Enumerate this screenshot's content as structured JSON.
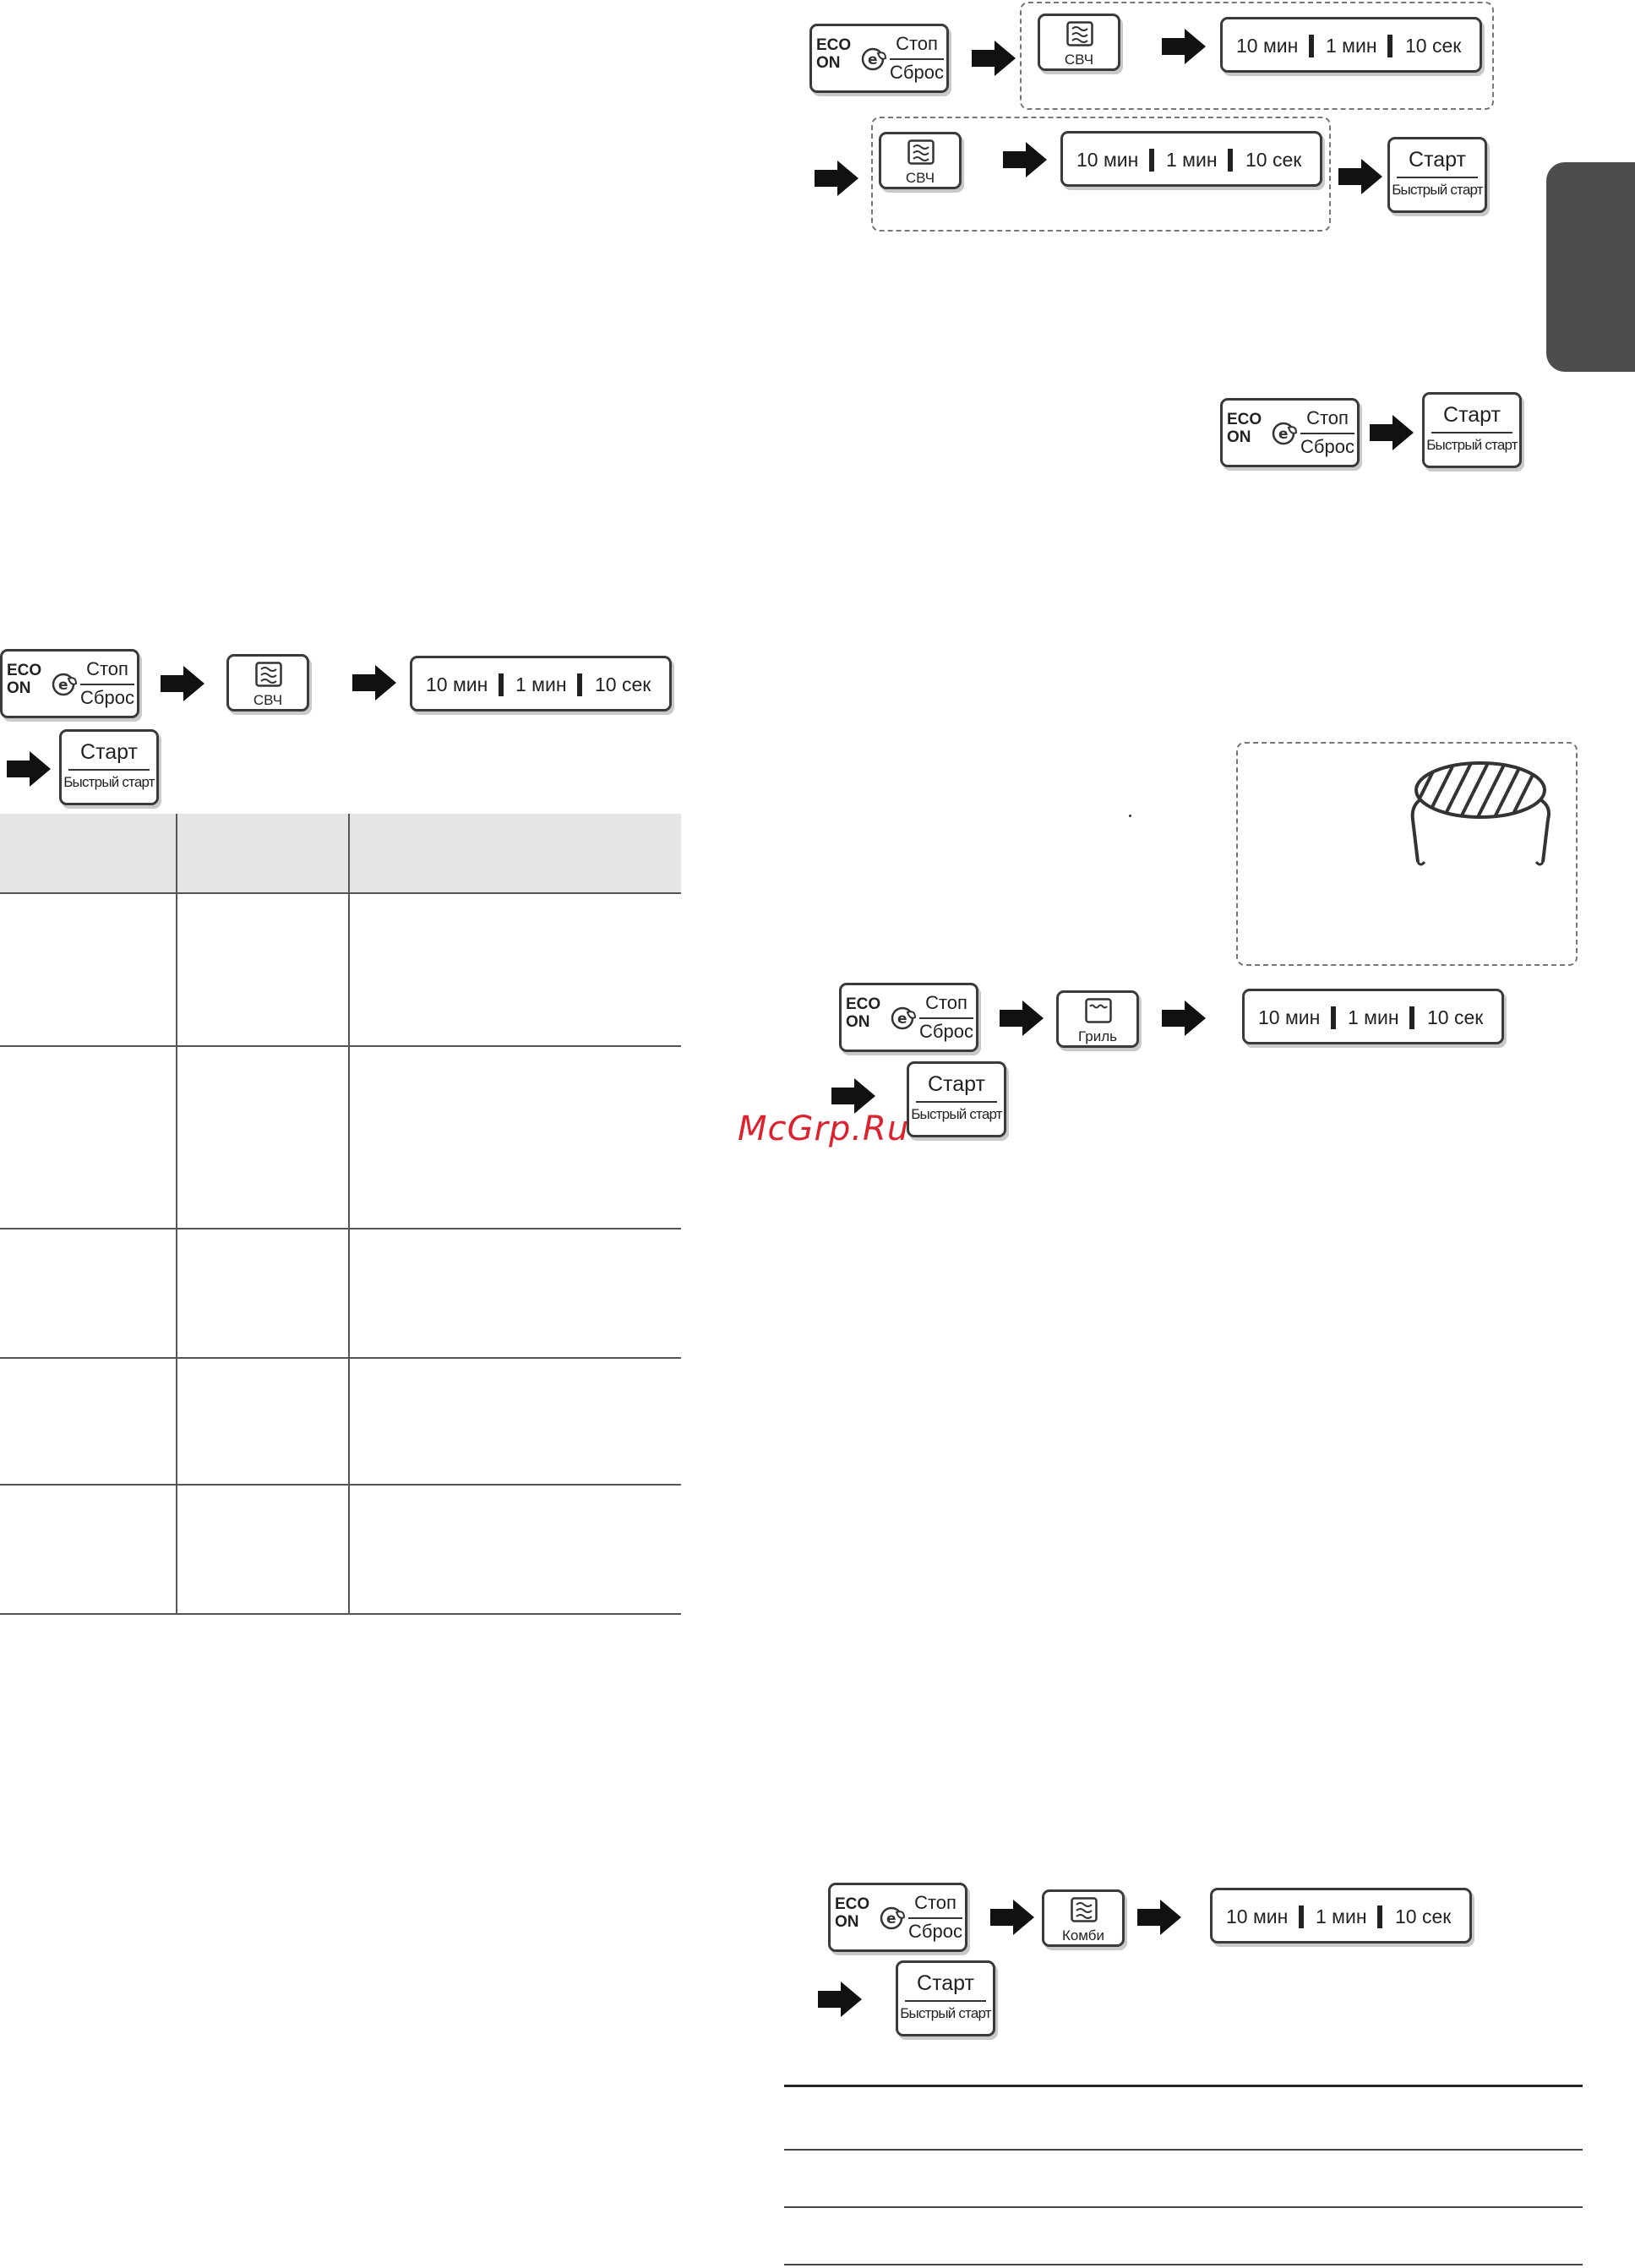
{
  "keys": {
    "eco_top": "ECO",
    "eco_bottom": "ON",
    "stop": "Стоп",
    "reset": "Сброс",
    "start": "Старт",
    "quick_start": "Быстрый старт",
    "microwave": "СВЧ",
    "grill": "Гриль",
    "combi": "Комби",
    "time_10min": "10 мин",
    "time_1min": "1 мин",
    "time_10sec": "10 сек"
  },
  "watermark": "McGrp.Ru",
  "colors": {
    "key_border": "#3a3a3a",
    "side_tab": "#4d4d4d",
    "table_header": "#e6e6e6",
    "watermark": "#d9232e"
  },
  "icons": [
    "eco-leaf-icon",
    "microwave-waves-icon",
    "grill-icon",
    "combi-icon",
    "arrow-right-icon",
    "grill-rack-icon"
  ]
}
